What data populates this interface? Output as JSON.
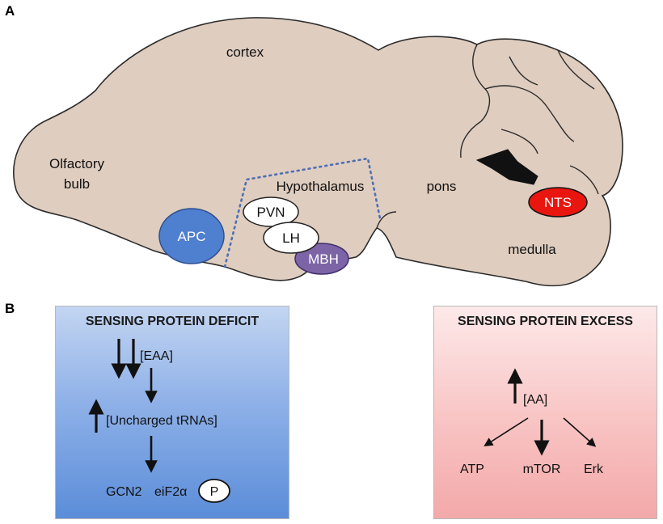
{
  "panels": {
    "a": "A",
    "b": "B"
  },
  "brain": {
    "cortex": "cortex",
    "olfactory_line1": "Olfactory",
    "olfactory_line2": "bulb",
    "hypothalamus": "Hypothalamus",
    "pons": "pons",
    "medulla": "medulla",
    "apc": "APC",
    "pvn": "PVN",
    "lh": "LH",
    "mbh": "MBH",
    "nts": "NTS",
    "colors": {
      "tissue": "#dfcdbf",
      "apc": "#4f7fcf",
      "mbh": "#7c64a6",
      "nts": "#e8160f"
    }
  },
  "deficit": {
    "title": "SENSING PROTEIN DEFICIT",
    "eaa": "[EAA]",
    "trna": "[Uncharged tRNAs]",
    "gcn2": "GCN2",
    "eif": "eiF2α",
    "p": "P"
  },
  "excess": {
    "title": "SENSING PROTEIN EXCESS",
    "aa": "[AA]",
    "atp": "ATP",
    "mtor": "mTOR",
    "erk": "Erk"
  }
}
